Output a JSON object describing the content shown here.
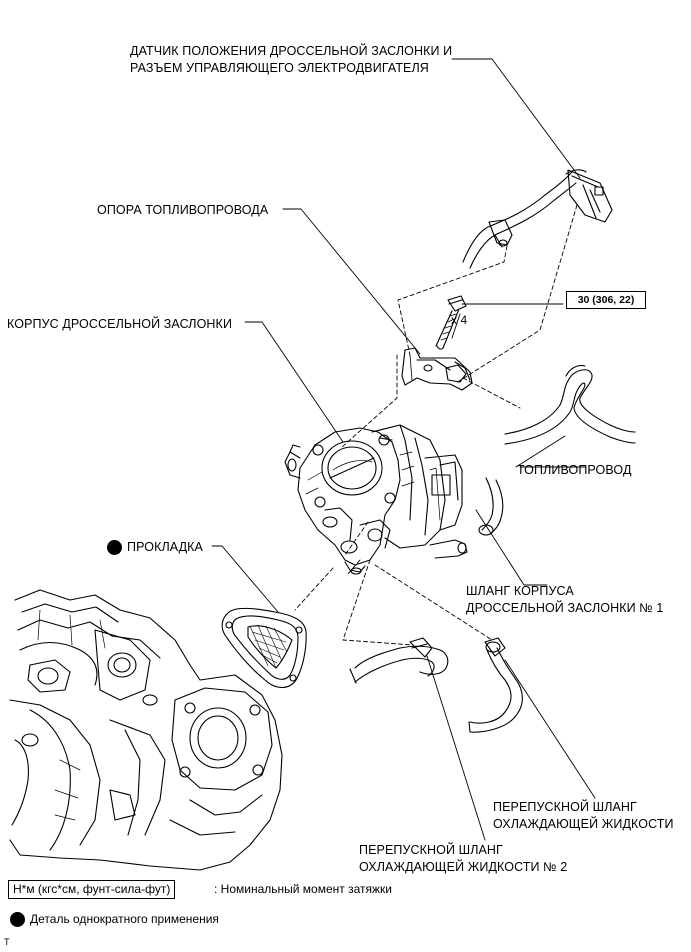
{
  "labels": {
    "tps_line1": "ДАТЧИК ПОЛОЖЕНИЯ ДРОССЕЛЬНОЙ ЗАСЛОНКИ И",
    "tps_line2": "РАЗЪЕМ УПРАВЛЯЮЩЕГО ЭЛЕКТРОДВИГАТЕЛЯ",
    "fuel_pipe_support": "ОПОРА ТОПЛИВОПРОВОДА",
    "throttle_body": "КОРПУС ДРОССЕЛЬНОЙ ЗАСЛОНКИ",
    "bolt_qty": "x 4",
    "torque": "30 (306, 22)",
    "fuel_pipe": "ТОПЛИВОПРОВОД",
    "gasket": "ПРОКЛАДКА",
    "tb_hose_line1": "ШЛАНГ КОРПУСА",
    "tb_hose_line2": "ДРОССЕЛЬНОЙ ЗАСЛОНКИ № 1",
    "bypass_hose_line1": "ПЕРЕПУСКНОЙ ШЛАНГ",
    "bypass_hose_line2": "ОХЛАЖДАЮЩЕЙ ЖИДКОСТИ",
    "bypass_hose2_line1": "ПЕРЕПУСКНОЙ ШЛАНГ",
    "bypass_hose2_line2": "ОХЛАЖДАЮЩЕЙ ЖИДКОСТИ № 2"
  },
  "legend": {
    "torque_unit": "Н*м (кгс*см, фунт-сила-фут)",
    "torque_desc": ": Номинальный момент затяжки",
    "single_use_desc": "Деталь однократного применения"
  },
  "corner_mark": "T"
}
